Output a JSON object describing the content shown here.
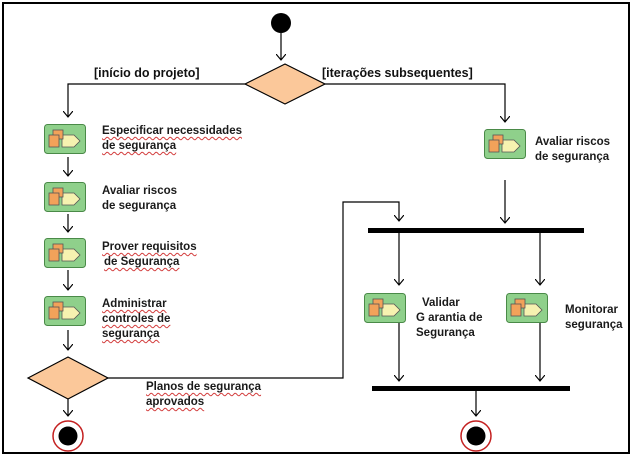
{
  "guards": {
    "left": "[início do projeto]",
    "right": "[iterações subsequentes]"
  },
  "activities": {
    "especificar": {
      "line1": "Especificar necessidades",
      "line2": "de segurança"
    },
    "avaliar_left": {
      "line1": "Avaliar riscos",
      "line2": "de segurança"
    },
    "prover": {
      "line1": "Prover requisitos",
      "line2": "de Segurança"
    },
    "administrar": {
      "line1": "Administrar",
      "line2": "controles de",
      "line3": "segurança"
    },
    "avaliar_right": {
      "line1": "Avaliar riscos",
      "line2": "de segurança"
    },
    "validar": {
      "line1": "Validar",
      "line2": "G arantia de",
      "line3": "Segurança"
    },
    "monitorar": {
      "line1": "Monitorar",
      "line2": "segurança"
    }
  },
  "decision_label": {
    "line1": "Planos de segurança",
    "line2": "aprovados"
  },
  "colors": {
    "diamond_fill": "#fbc89a",
    "icon_bg": "#8fd08b",
    "icon_figure": "#f2a25a",
    "icon_flag": "#f6f2b0"
  }
}
